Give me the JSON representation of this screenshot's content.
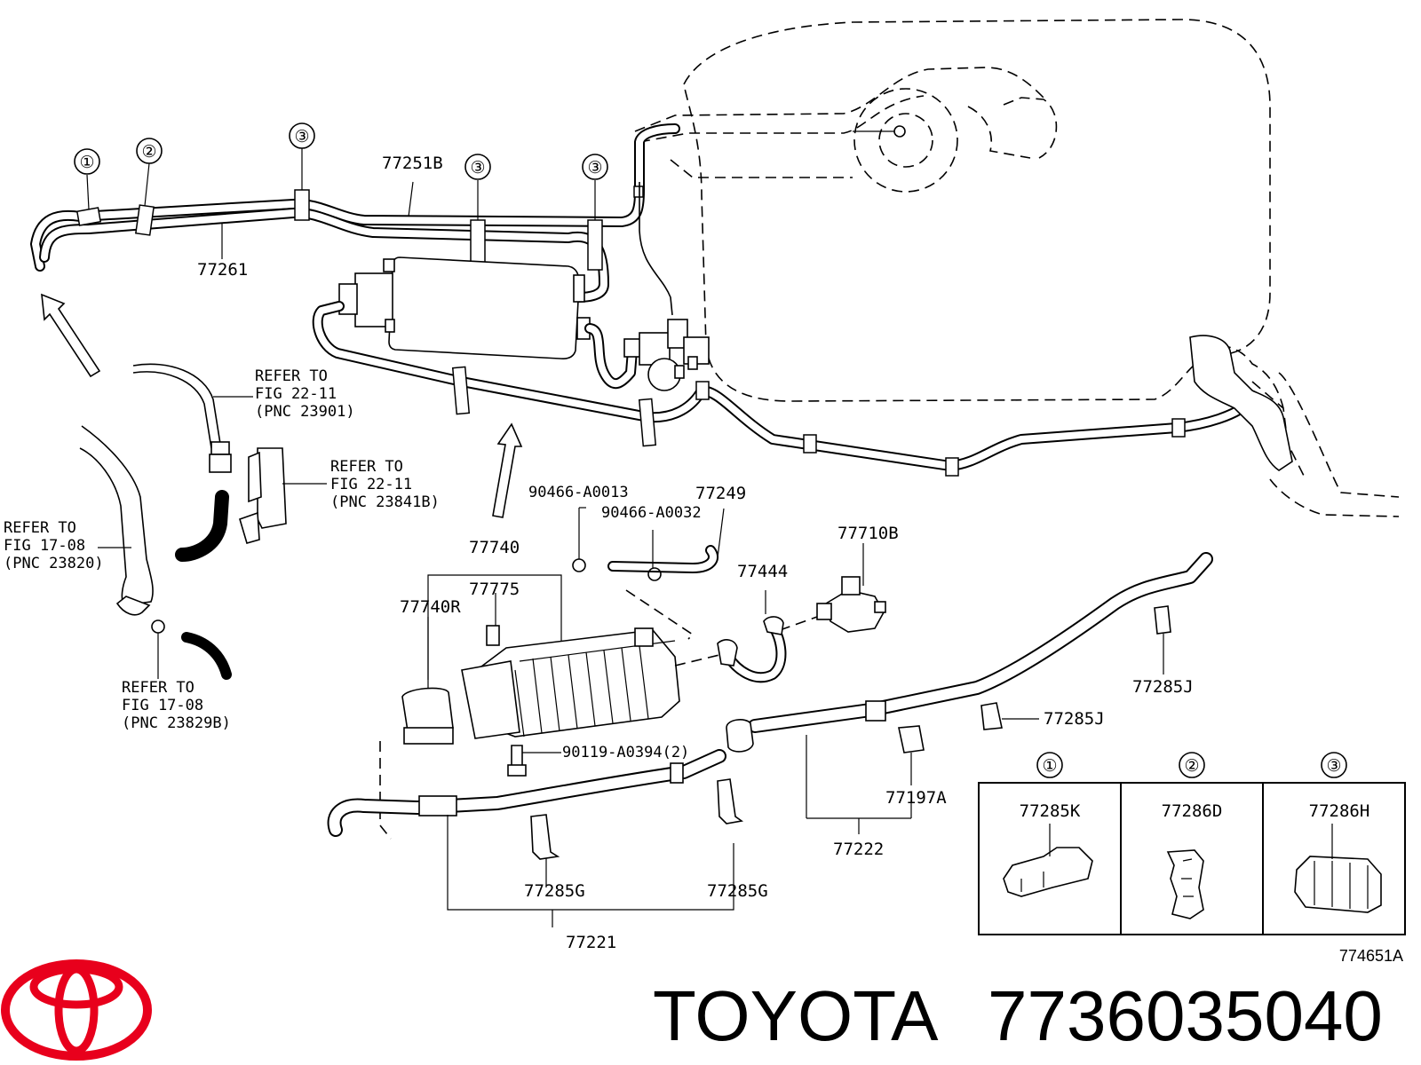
{
  "callouts": {
    "c1": "①",
    "c2": "②",
    "c3a": "③",
    "c3b": "③",
    "c3c": "③"
  },
  "labels": {
    "p77251B": "77251B",
    "p77261": "77261",
    "p90466_A0013": "90466-A0013",
    "p77249": "77249",
    "p90466_A0032": "90466-A0032",
    "p77740": "77740",
    "p77444": "77444",
    "p77710B": "77710B",
    "p77775": "77775",
    "p77740R": "77740R",
    "p77285J_a": "77285J",
    "p77285J_b": "77285J",
    "p90119": "90119-A0394(2)",
    "p77197A": "77197A",
    "p77222": "77222",
    "p77285G_a": "77285G",
    "p77285G_b": "77285G",
    "p77221": "77221"
  },
  "references": {
    "r1": [
      "REFER TO",
      "FIG 22-11",
      "(PNC 23901)"
    ],
    "r2": [
      "REFER TO",
      "FIG 22-11",
      "(PNC 23841B)"
    ],
    "r3": [
      "REFER TO",
      "FIG 17-08",
      "(PNC 23820)"
    ],
    "r4": [
      "REFER TO",
      "FIG 17-08",
      "(PNC 23829B)"
    ]
  },
  "legend": {
    "headers": [
      "①",
      "②",
      "③"
    ],
    "parts": [
      "77285K",
      "77286D",
      "77286H"
    ]
  },
  "illustration_code": "774651A",
  "brand": {
    "name": "TOYOTA",
    "part_number": "7736035040",
    "logo_color": "#e8001c"
  }
}
